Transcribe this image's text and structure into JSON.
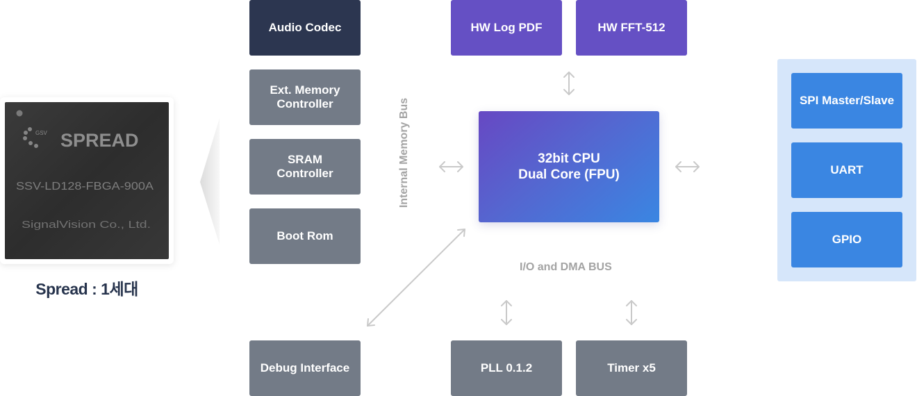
{
  "chip": {
    "caption": "Spread : 1세대",
    "marking_brand": "SPREAD",
    "marking_logo": "GSV",
    "marking_part": "SSV-LD128-FBGA-900A",
    "marking_maker": "SignalVision Co., Ltd."
  },
  "memory_blocks": {
    "audio_codec": "Audio Codec",
    "ext_memory_line1": "Ext. Memory",
    "ext_memory_line2": "Controller",
    "sram_line1": "SRAM",
    "sram_line2": "Controller",
    "boot_rom": "Boot Rom",
    "debug_interface": "Debug Interface"
  },
  "buses": {
    "internal_memory": "Internal Memory Bus",
    "io_dma": "I/O and DMA BUS"
  },
  "accelerators": {
    "hw_log_pdf": "HW Log PDF",
    "hw_fft": "HW FFT-512"
  },
  "cpu": {
    "line1": "32bit CPU",
    "line2": "Dual Core (FPU)"
  },
  "io_blocks": {
    "pll": "PLL 0.1.2",
    "timer": "Timer x5"
  },
  "peripherals": {
    "spi": "SPI Master/Slave",
    "uart": "UART",
    "gpio": "GPIO"
  },
  "colors": {
    "gray_block": "#737b87",
    "navy_block": "#2c3650",
    "purple_block": "#6550c4",
    "blue_block": "#3a86e2",
    "peripheral_panel": "#d6e6fa",
    "arrow": "#c9c9c9"
  }
}
